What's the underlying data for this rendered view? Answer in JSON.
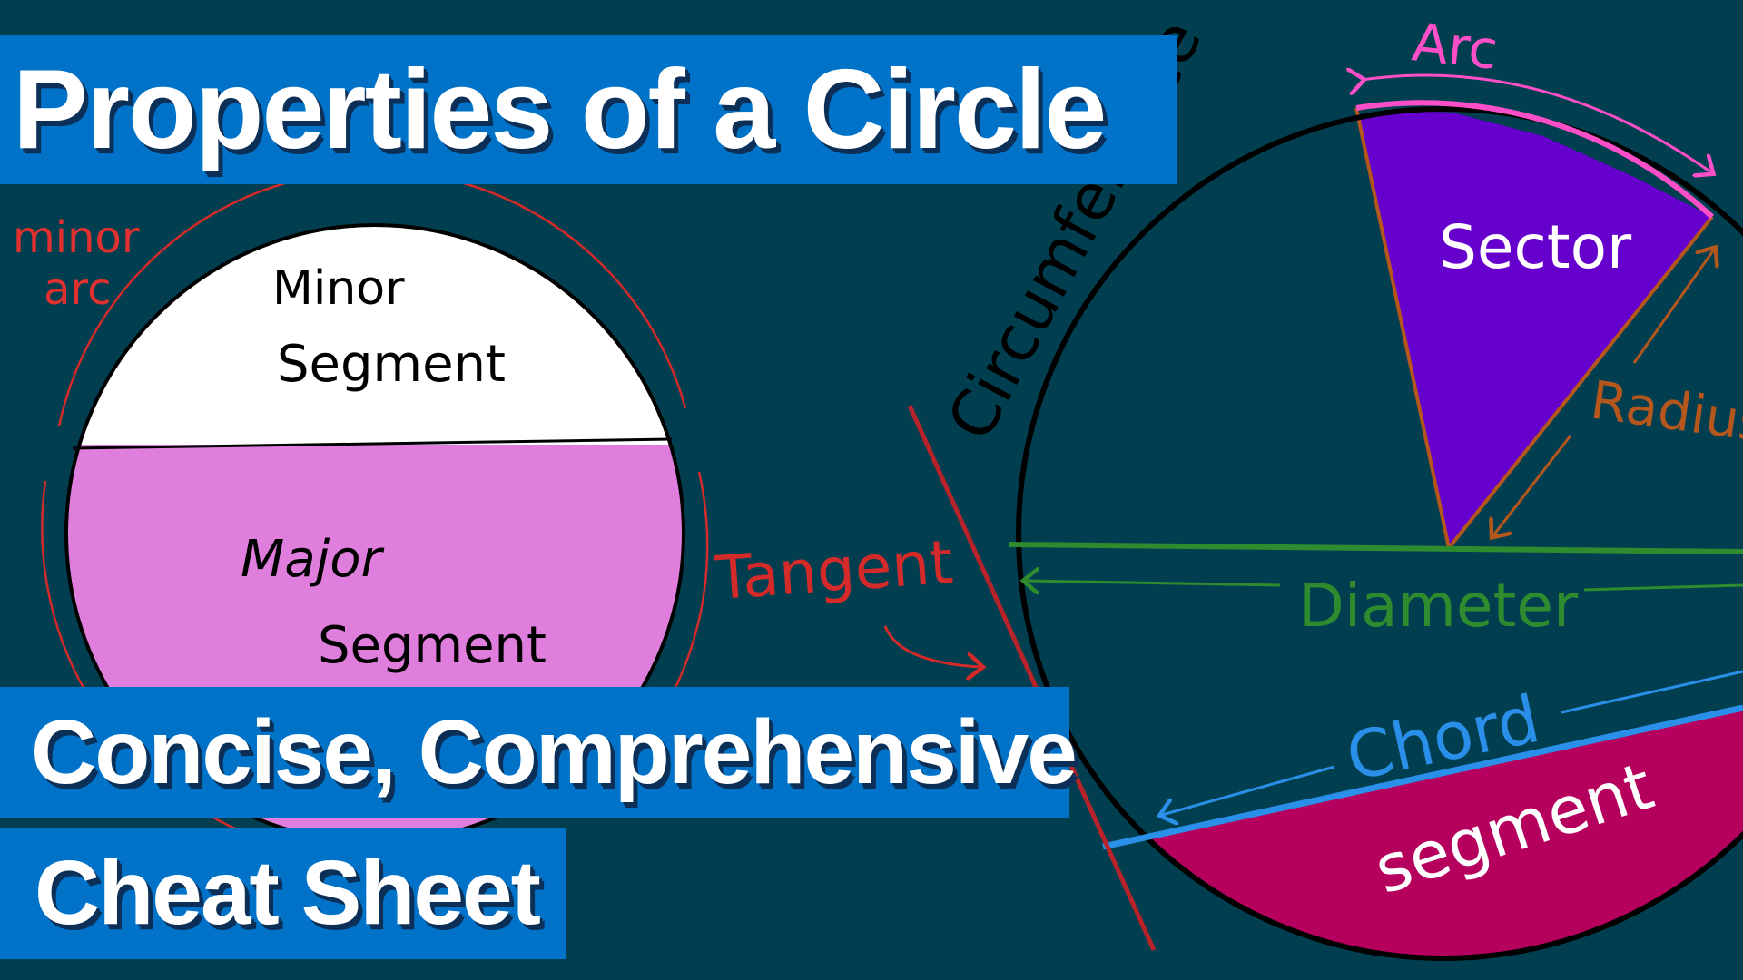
{
  "title": "Properties of a Circle",
  "subtitle_line1": "Concise, Comprehensive",
  "subtitle_line2": "Cheat Sheet",
  "left_diagram": {
    "minor_arc_label_line1": "minor",
    "minor_arc_label_line2": "arc",
    "minor_segment_line1": "Minor",
    "minor_segment_line2": "Segment",
    "major_segment_line1": "Major",
    "major_segment_line2": "Segment"
  },
  "right_diagram": {
    "arc": "Arc",
    "circumference": "Circumference",
    "sector": "Sector",
    "radius": "Radius",
    "tangent": "Tangent",
    "diameter": "Diameter",
    "chord": "Chord",
    "segment": "segment"
  },
  "colors": {
    "background": "#013f50",
    "banner": "#0073c8",
    "major_segment": "#e07edd",
    "sector": "#6600cc",
    "segment": "#b5005e",
    "diameter": "#2e8b2e",
    "chord": "#2a8fe8",
    "tangent": "#b8232a",
    "arc": "#ff4fc8",
    "radius": "#b5561c"
  }
}
